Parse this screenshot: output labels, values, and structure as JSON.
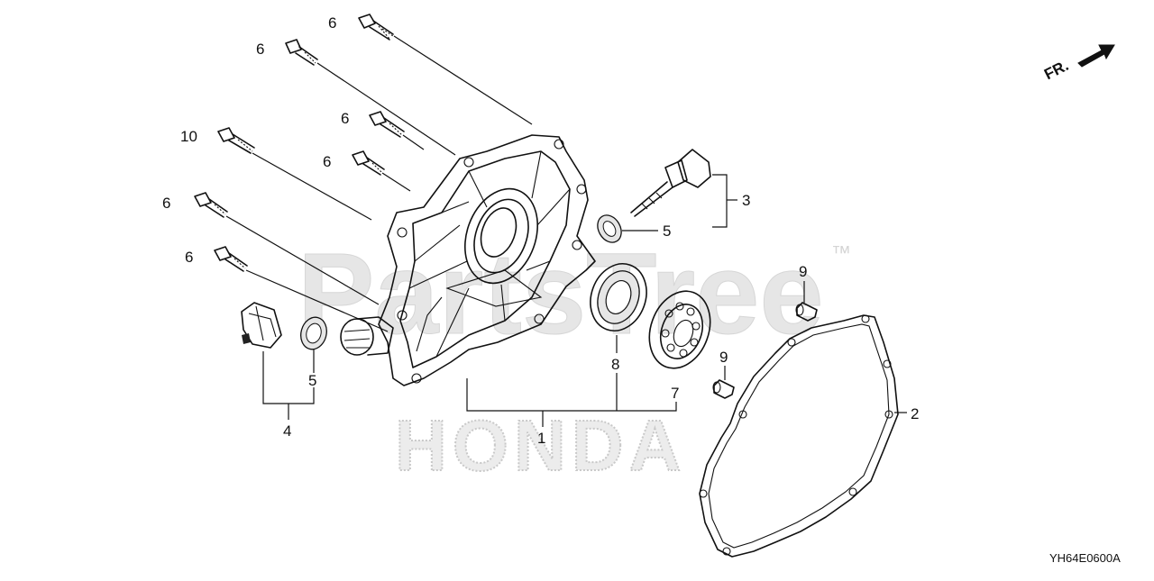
{
  "watermark": {
    "text": "PartsTree",
    "trademark": "™"
  },
  "brand_watermark": "HONDA",
  "direction_label": "FR.",
  "diagram_code": "YH64E0600A",
  "callouts": {
    "bolt_a": "6",
    "bolt_b": "6",
    "bolt_c": "6",
    "bolt_d": "6",
    "bolt_e": "6",
    "bolt_f": "6",
    "bolt_long": "10",
    "oil_gauge": "3",
    "oring_upper": "5",
    "oring_lower": "5",
    "oil_filler_cap": "4",
    "crankcase_cover": "1",
    "oil_seal": "8",
    "ball_bearing": "7",
    "dowel_upper": "9",
    "dowel_lower": "9",
    "gasket": "2"
  }
}
